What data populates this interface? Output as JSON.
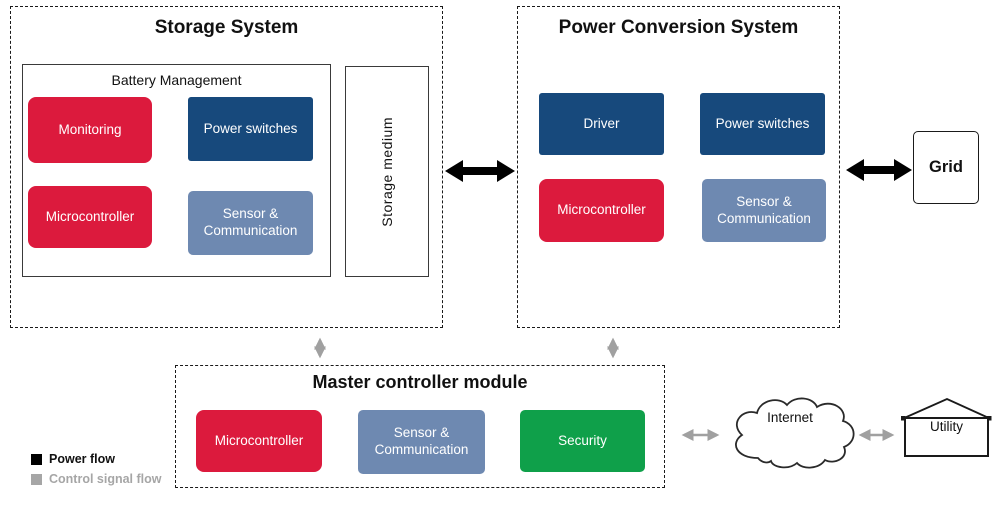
{
  "colors": {
    "red": "#DC1A3D",
    "dark_blue": "#17497C",
    "slate_blue": "#6E89B1",
    "green": "#0FA04A",
    "black_arrow": "#000000",
    "gray_arrow": "#A0A0A0",
    "legend_gray": "#A6A6A6"
  },
  "storage_system": {
    "title": "Storage System",
    "battery_management": {
      "title": "Battery Management",
      "modules": [
        {
          "label": "Monitoring"
        },
        {
          "label": "Power switches"
        },
        {
          "label": "Microcontroller"
        },
        {
          "label": "Sensor &\nCommunication"
        }
      ]
    },
    "storage_medium_label": "Storage medium"
  },
  "power_conversion_system": {
    "title": "Power Conversion System",
    "modules": [
      {
        "label": "Driver"
      },
      {
        "label": "Power switches"
      },
      {
        "label": "Microcontroller"
      },
      {
        "label": "Sensor &\nCommunication"
      }
    ]
  },
  "master_controller": {
    "title": "Master controller module",
    "modules": [
      {
        "label": "Microcontroller"
      },
      {
        "label": "Sensor &\nCommunication"
      },
      {
        "label": "Security"
      }
    ]
  },
  "grid": {
    "label": "Grid"
  },
  "internet": {
    "label": "Internet"
  },
  "utility": {
    "label": "Utility"
  },
  "legend": {
    "power_flow": "Power flow",
    "control_signal_flow": "Control signal flow"
  }
}
